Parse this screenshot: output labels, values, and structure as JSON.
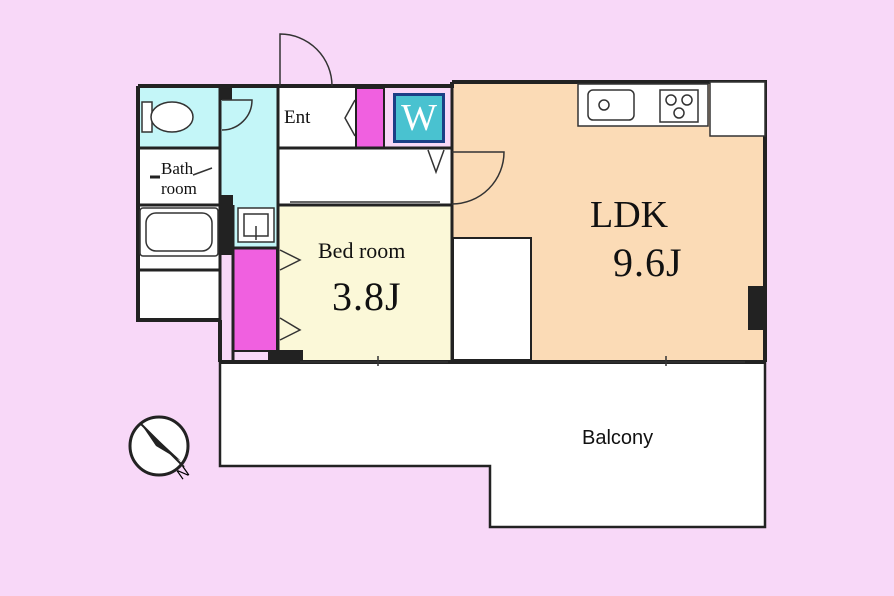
{
  "rooms": {
    "entrance": {
      "name": "Ent"
    },
    "washer": {
      "name": "W"
    },
    "bath": {
      "line1": "Bath",
      "line2": "room"
    },
    "bedroom": {
      "name": "Bed room",
      "size": "3.8J"
    },
    "ldk": {
      "name": "LDK",
      "size": "9.6J"
    },
    "balcony": {
      "name": "Balcony"
    }
  },
  "compass": {
    "label": "N"
  },
  "colors": {
    "background": "#f8d8f8",
    "wall": "#222222",
    "ldk_floor": "#fbdbb6",
    "bedroom_floor": "#fbf8d8",
    "wet_area": "#c4f6f8",
    "closet": "#f060e0",
    "washer": "#49c2d0"
  }
}
